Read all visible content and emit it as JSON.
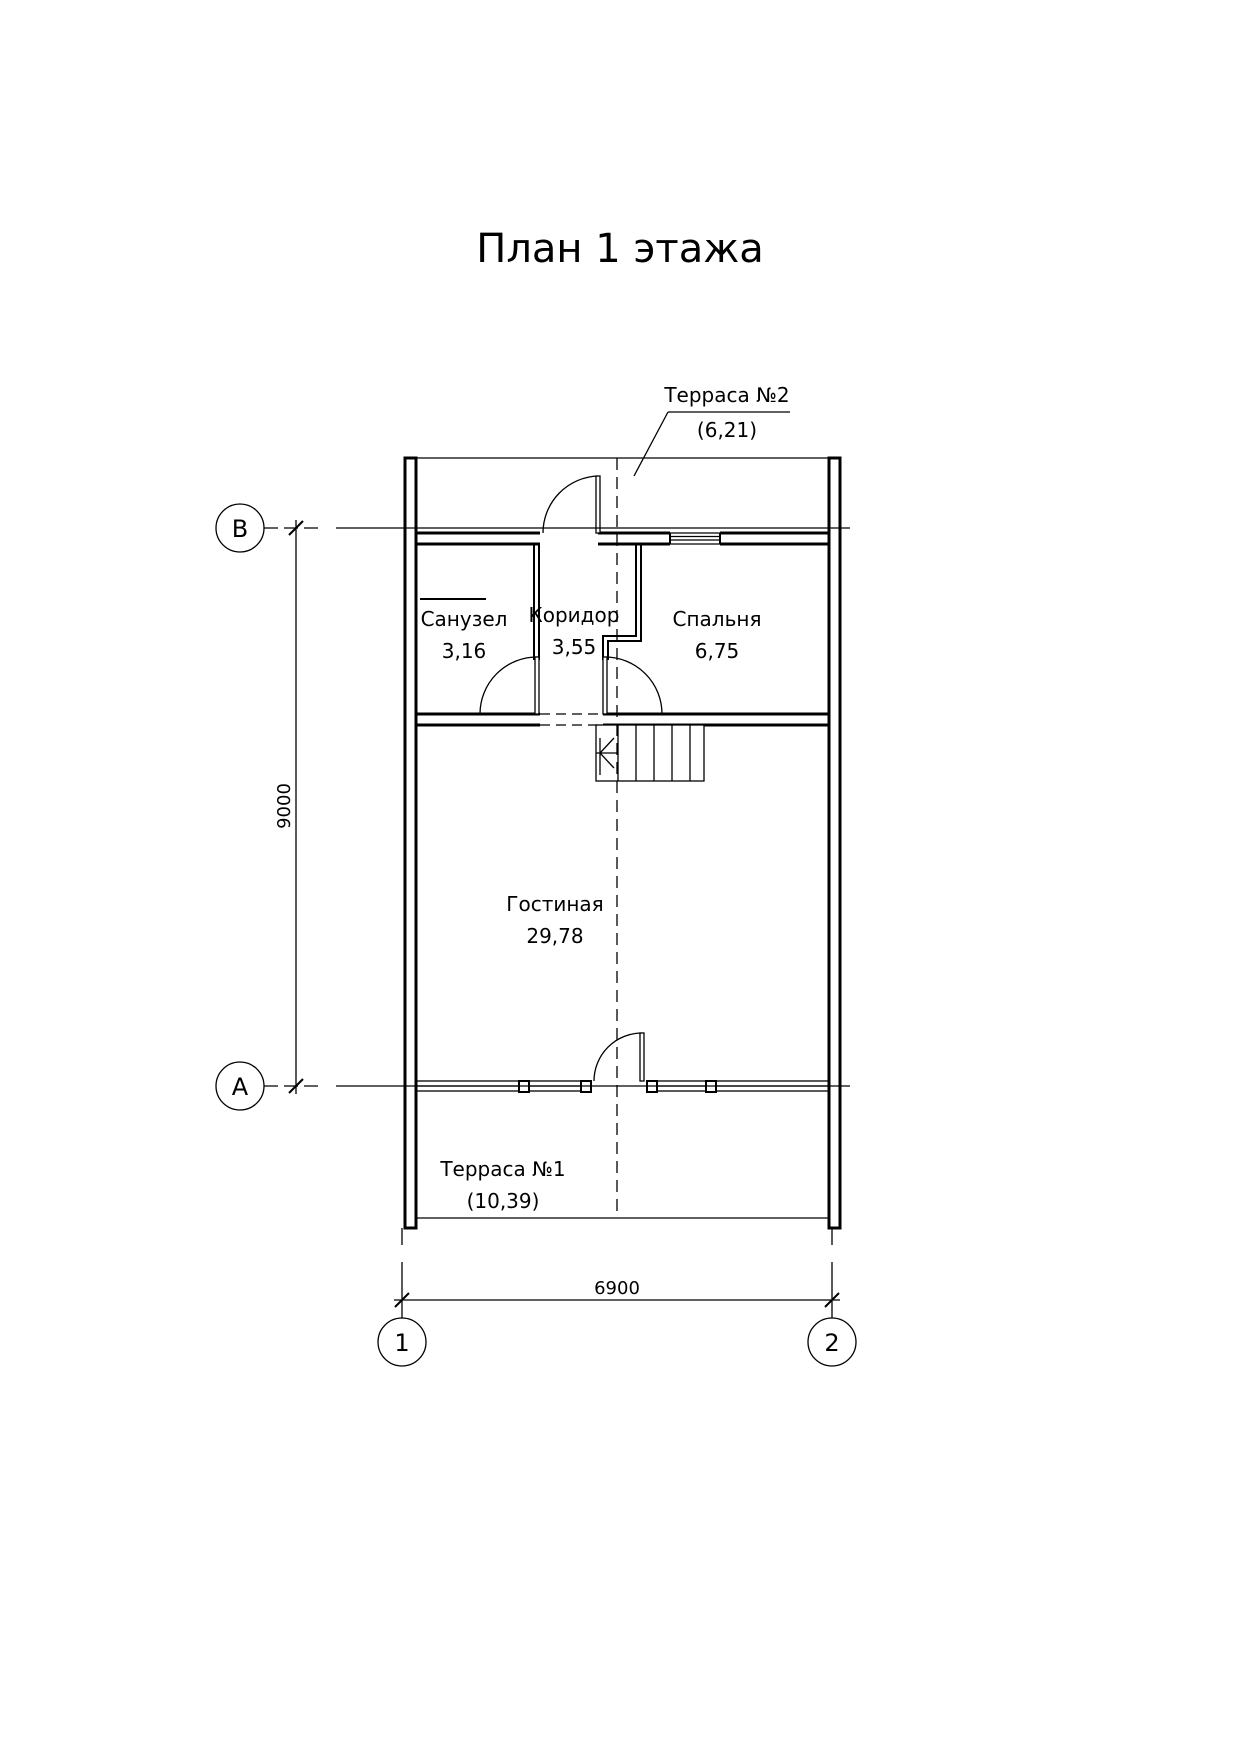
{
  "title": "План 1 этажа",
  "rooms": {
    "terrace2": {
      "name": "Терраса №2",
      "area": "(6,21)"
    },
    "bathroom": {
      "name": "Санузел",
      "area": "3,16"
    },
    "corridor": {
      "name": "Коридор",
      "area": "3,55"
    },
    "bedroom": {
      "name": "Спальня",
      "area": "6,75"
    },
    "living": {
      "name": "Гостиная",
      "area": "29,78"
    },
    "terrace1": {
      "name": "Терраса №1",
      "area": "(10,39)"
    }
  },
  "dimensions": {
    "vertical": "9000",
    "horizontal": "6900"
  },
  "axes": {
    "rows": [
      "В",
      "А"
    ],
    "columns": [
      "1",
      "2"
    ]
  }
}
